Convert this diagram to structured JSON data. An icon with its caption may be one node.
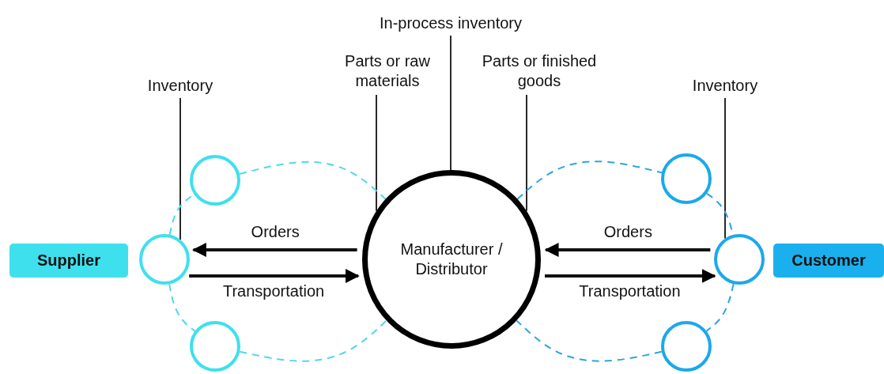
{
  "diagram": {
    "nodes": [
      {
        "text": [
          "Supplier"
        ]
      },
      {
        "text": [
          "Customer"
        ]
      },
      {
        "text": [],
        "shape": "circle"
      },
      {
        "text": [],
        "shape": "circle"
      },
      {
        "text": [],
        "shape": "circle"
      },
      {
        "text": [
          "Manufacturer / Distributor"
        ]
      },
      {
        "text": [],
        "shape": "circle"
      },
      {
        "text": [],
        "shape": "circle"
      },
      {
        "text": [],
        "shape": "circle"
      },
      {
        "text": [
          "Inventory"
        ]
      },
      {
        "text": [
          "Parts or raw materials"
        ]
      },
      {
        "text": [
          "In-process inventory"
        ]
      },
      {
        "text": [
          "Parts or finished goods"
        ]
      },
      {
        "text": [
          "Inventory"
        ]
      }
    ],
    "edges": [
      {
        "from": 9,
        "to": 2,
        "arrow": "none"
      },
      {
        "from": 10,
        "to": 5,
        "arrow": "none"
      },
      {
        "from": 11,
        "to": 5,
        "arrow": "none"
      },
      {
        "from": 12,
        "to": 5,
        "arrow": "none"
      },
      {
        "from": 13,
        "to": 6,
        "arrow": "none"
      },
      {
        "from": 5,
        "to": 2,
        "arrow": "to",
        "label": "Orders",
        "style": "thick"
      },
      {
        "from": 2,
        "to": 5,
        "arrow": "to",
        "label": "Transportation",
        "style": "thick"
      },
      {
        "from": 6,
        "to": 5,
        "arrow": "to",
        "label": "Orders",
        "style": "thick"
      },
      {
        "from": 5,
        "to": 6,
        "arrow": "to",
        "label": "Transportation",
        "style": "thick"
      },
      {
        "from": 2,
        "to": 3,
        "arrow": "none",
        "style": "dashed",
        "color": "#4fd8ea"
      },
      {
        "from": 3,
        "to": 5,
        "arrow": "none",
        "style": "dashed",
        "color": "#4fd8ea"
      },
      {
        "from": 2,
        "to": 4,
        "arrow": "none",
        "style": "dashed",
        "color": "#4fd8ea"
      },
      {
        "from": 4,
        "to": 5,
        "arrow": "none",
        "style": "dashed",
        "color": "#4fd8ea"
      },
      {
        "from": 5,
        "to": 7,
        "arrow": "none",
        "style": "dashed",
        "color": "#2aa6e0"
      },
      {
        "from": 7,
        "to": 6,
        "arrow": "none",
        "style": "dashed",
        "color": "#2aa6e0"
      },
      {
        "from": 6,
        "to": 8,
        "arrow": "none",
        "style": "dashed",
        "color": "#2aa6e0"
      },
      {
        "from": 8,
        "to": 5,
        "arrow": "none",
        "style": "dashed",
        "color": "#2aa6e0"
      }
    ]
  }
}
